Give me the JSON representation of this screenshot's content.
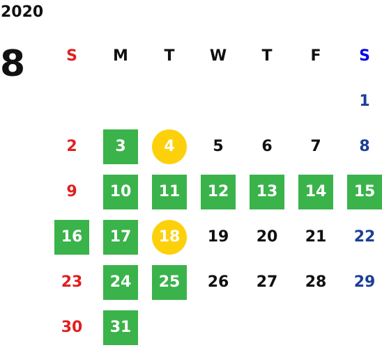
{
  "calendar": {
    "year": "2020",
    "month": "8",
    "weekdays": [
      "S",
      "M",
      "T",
      "W",
      "T",
      "F",
      "S"
    ],
    "first_weekday_index": 6,
    "days_in_month": 31,
    "green_days": [
      3,
      10,
      11,
      12,
      13,
      14,
      15,
      16,
      17,
      24,
      25,
      31
    ],
    "yellow_days": [
      4,
      18
    ],
    "colors": {
      "sunday": "#e02020",
      "saturday_header": "#0000ee",
      "saturday": "#1c3f96",
      "default": "#111111",
      "green_highlight": "#3ab34a",
      "yellow_highlight": "#fcd10c",
      "highlight_text": "#ffffff"
    }
  }
}
